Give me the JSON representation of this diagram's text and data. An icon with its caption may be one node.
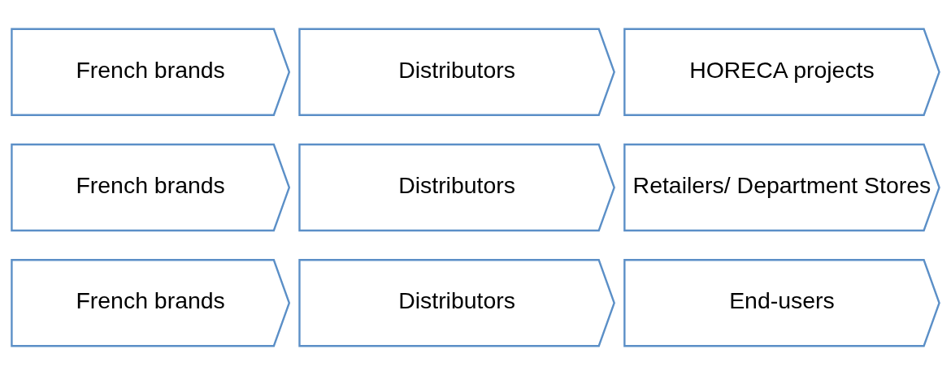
{
  "diagram": {
    "nodes": [
      {
        "text": [
          "French brands"
        ]
      },
      {
        "text": [
          "Distributors"
        ]
      },
      {
        "text": [
          "End-users"
        ]
      },
      {
        "text": [
          "French brands"
        ]
      },
      {
        "text": [
          "Distributors"
        ]
      },
      {
        "text": [
          "Retailers/ Department Stores"
        ]
      },
      {
        "text": [
          "French brands"
        ]
      },
      {
        "text": [
          "Distributors"
        ]
      },
      {
        "text": [
          "HORECA projects"
        ]
      }
    ]
  }
}
